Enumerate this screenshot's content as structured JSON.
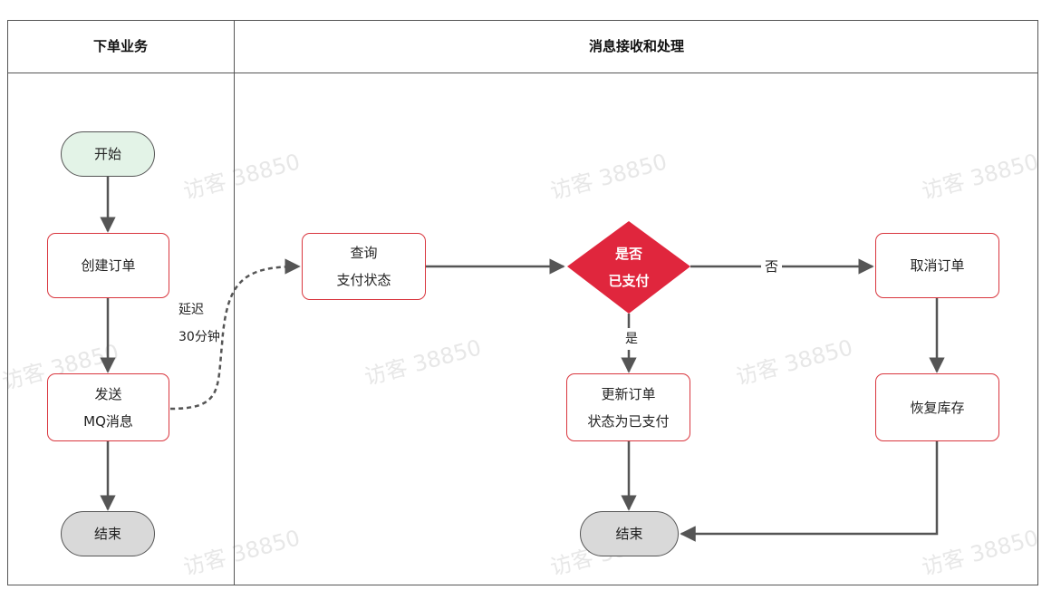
{
  "lanes": {
    "left_title": "下单业务",
    "right_title": "消息接收和处理"
  },
  "nodes": {
    "start": "开始",
    "create_order": "创建订单",
    "send_line1": "发送",
    "send_line2": "MQ消息",
    "end_left": "结束",
    "query_line1": "查询",
    "query_line2": "支付状态",
    "decision_line1": "是否",
    "decision_line2": "已支付",
    "cancel_order": "取消订单",
    "restore_stock": "恢复库存",
    "update_line1": "更新订单",
    "update_line2": "状态为已支付",
    "end_right": "结束"
  },
  "edge_labels": {
    "delay_line1": "延迟",
    "delay_line2": "30分钟",
    "no": "否",
    "yes": "是"
  },
  "watermark": "访客 38850",
  "colors": {
    "accent_red": "#d9363e",
    "decision_fill": "#e0263d",
    "start_fill": "#e3f3e7",
    "end_fill": "#d9d9d9",
    "line": "#555555"
  }
}
